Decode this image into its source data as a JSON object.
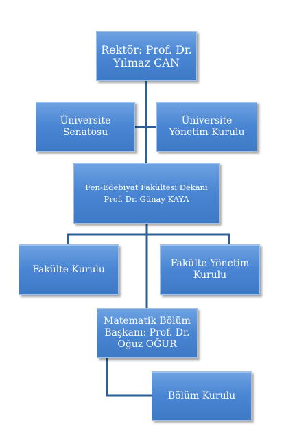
{
  "org_chart": {
    "rector": "Rektör: Prof. Dr.\nYılmaz CAN",
    "senate": "Üniversite\nSenatosu",
    "university_board": "Üniversite\nYönetim Kurulu",
    "dean": "Fen-Edebiyat Fakültesi Dekanı\nProf. Dr. Günay KAYA",
    "faculty_council": "Fakülte Kurulu",
    "faculty_board": "Fakülte Yönetim\nKurulu",
    "department_head": "Matematik Bölüm\nBaşkanı: Prof. Dr.\nOğuz OĞUR",
    "department_council": "Bölüm Kurulu"
  },
  "colors": {
    "box_fill": "#4a86d3",
    "box_border": "#9fc0e6",
    "connector": "#2b5f96",
    "text": "#ffffff"
  }
}
